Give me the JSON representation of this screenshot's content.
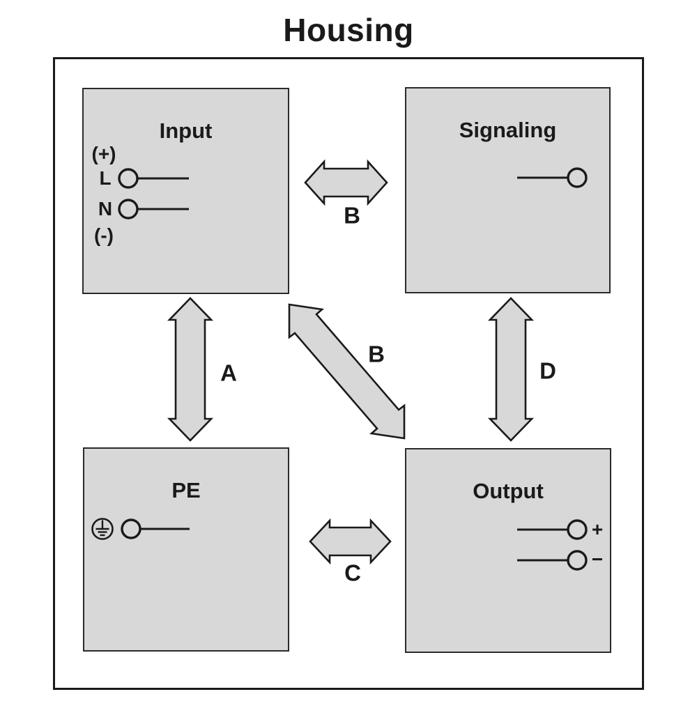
{
  "title": "Housing",
  "boxes": {
    "input": {
      "label": "Input",
      "terminals": {
        "plus": "(+)",
        "line": "L",
        "neutral": "N",
        "minus": "(-)"
      }
    },
    "signaling": {
      "label": "Signaling"
    },
    "pe": {
      "label": "PE"
    },
    "output": {
      "label": "Output",
      "terminals": {
        "plus": "+",
        "minus": "−"
      }
    }
  },
  "arrows": {
    "input_pe": "A",
    "input_signaling": "B",
    "input_output": "B",
    "pe_output": "C",
    "signaling_output": "D"
  },
  "colors": {
    "box_fill": "#d8d8d8",
    "stroke": "#1a1a1a",
    "background": "#ffffff"
  }
}
